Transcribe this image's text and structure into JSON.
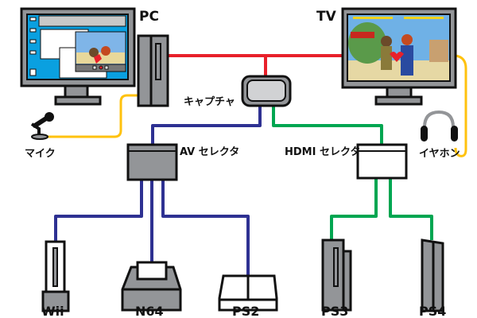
{
  "labels": {
    "pc": "PC",
    "tv": "TV",
    "capture": "キャプチャ",
    "mic": "マイク",
    "earphone": "イヤホン",
    "av_selector": "AV セレクタ",
    "hdmi_selector": "HDMI セレクタ",
    "wii": "Wii",
    "n64": "N64",
    "ps2": "PS2",
    "ps3": "PS3",
    "ps4": "PS4"
  },
  "colors": {
    "hdmi_out": "#e8202a",
    "av_cable": "#2e3192",
    "hdmi_cable": "#00a651",
    "audio_cable": "#ffc20e",
    "device_gray": "#939598",
    "pc_desktop": "#0aa0e0"
  }
}
